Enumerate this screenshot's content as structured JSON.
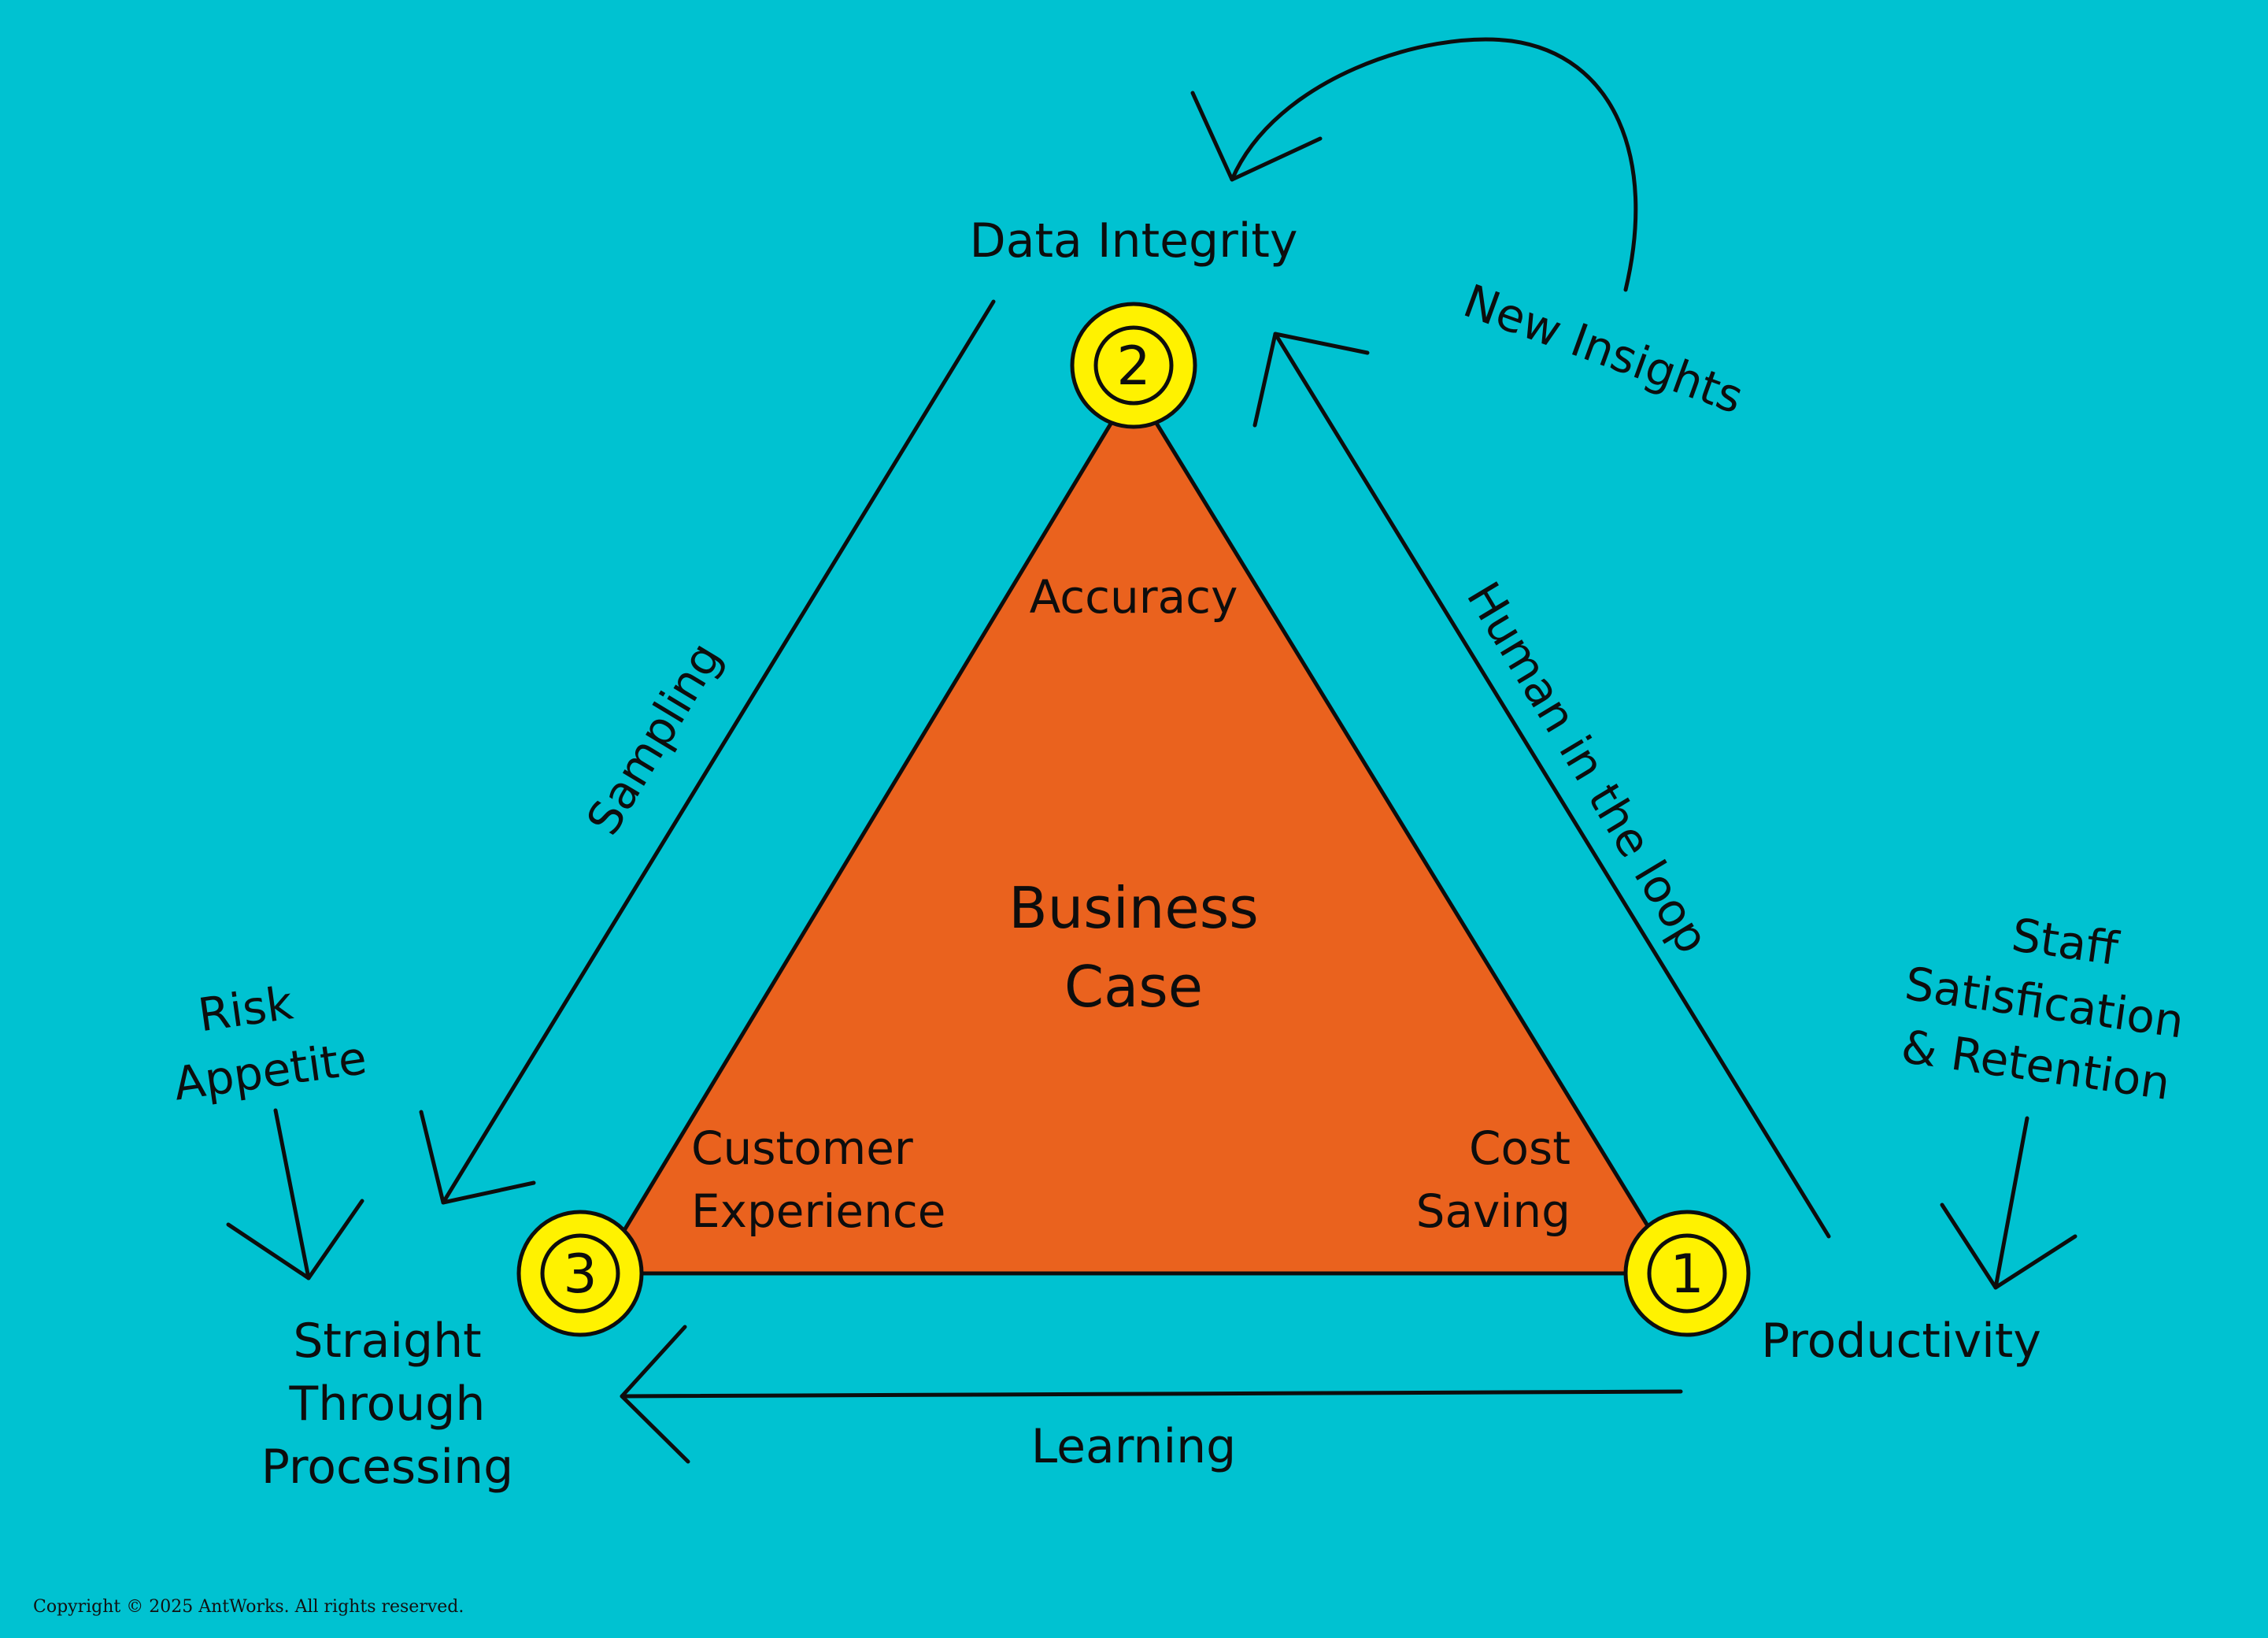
{
  "colors": {
    "background": "#00C2D1",
    "triangle_fill": "#EA621E",
    "node_fill": "#FFF200",
    "ink": "#0d0d0d"
  },
  "center": {
    "line1": "Business",
    "line2": "Case"
  },
  "inner": {
    "accuracy": "Accuracy",
    "customer_experience": [
      "Customer",
      "Experience"
    ],
    "cost_saving": [
      "Cost",
      "Saving"
    ]
  },
  "nodes": {
    "top": "2",
    "left": "3",
    "right": "1"
  },
  "outer": {
    "data_integrity": "Data Integrity",
    "productivity": "Productivity",
    "straight_through": [
      "Straight",
      "Through",
      "Processing"
    ]
  },
  "edges": {
    "sampling": "Sampling",
    "human_in_loop": "Human in the loop",
    "learning": "Learning",
    "new_insights": "New Insights"
  },
  "annotations": {
    "risk_appetite": [
      "Risk",
      "Appetite"
    ],
    "staff": [
      "Staff",
      "Satisfication",
      "& Retention"
    ]
  },
  "copyright": "Copyright © 2025 AntWorks. All rights reserved."
}
